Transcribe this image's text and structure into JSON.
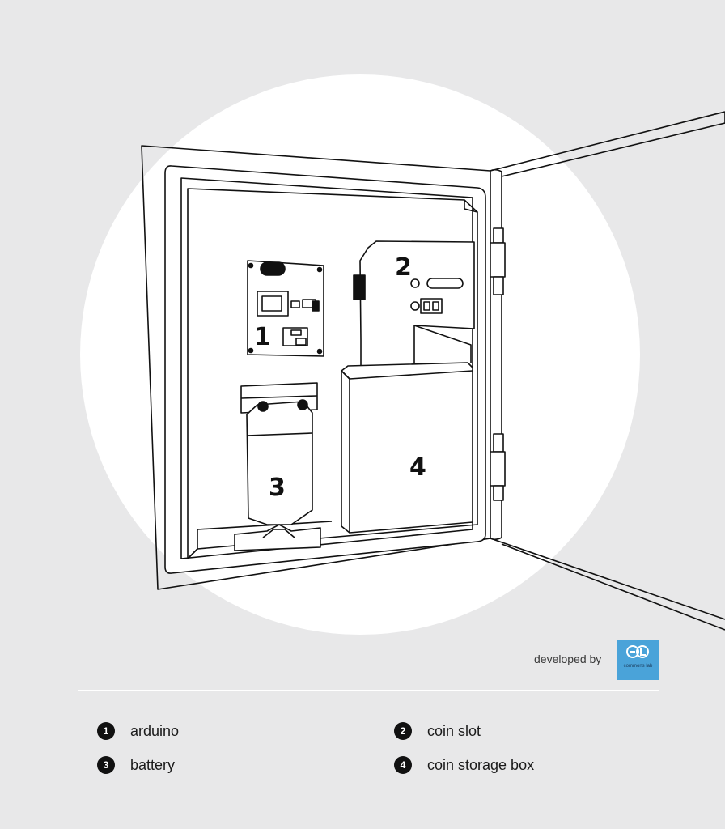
{
  "credit": {
    "text": "developed by",
    "logo_text": "commons lab",
    "logo_color": "#4aa3d9"
  },
  "components": [
    {
      "number": "1",
      "label": "arduino"
    },
    {
      "number": "2",
      "label": "coin slot"
    },
    {
      "number": "3",
      "label": "battery"
    },
    {
      "number": "4",
      "label": "coin storage box"
    }
  ],
  "colors": {
    "background": "#e8e8e9",
    "circle": "#ffffff",
    "stroke": "#111111"
  }
}
